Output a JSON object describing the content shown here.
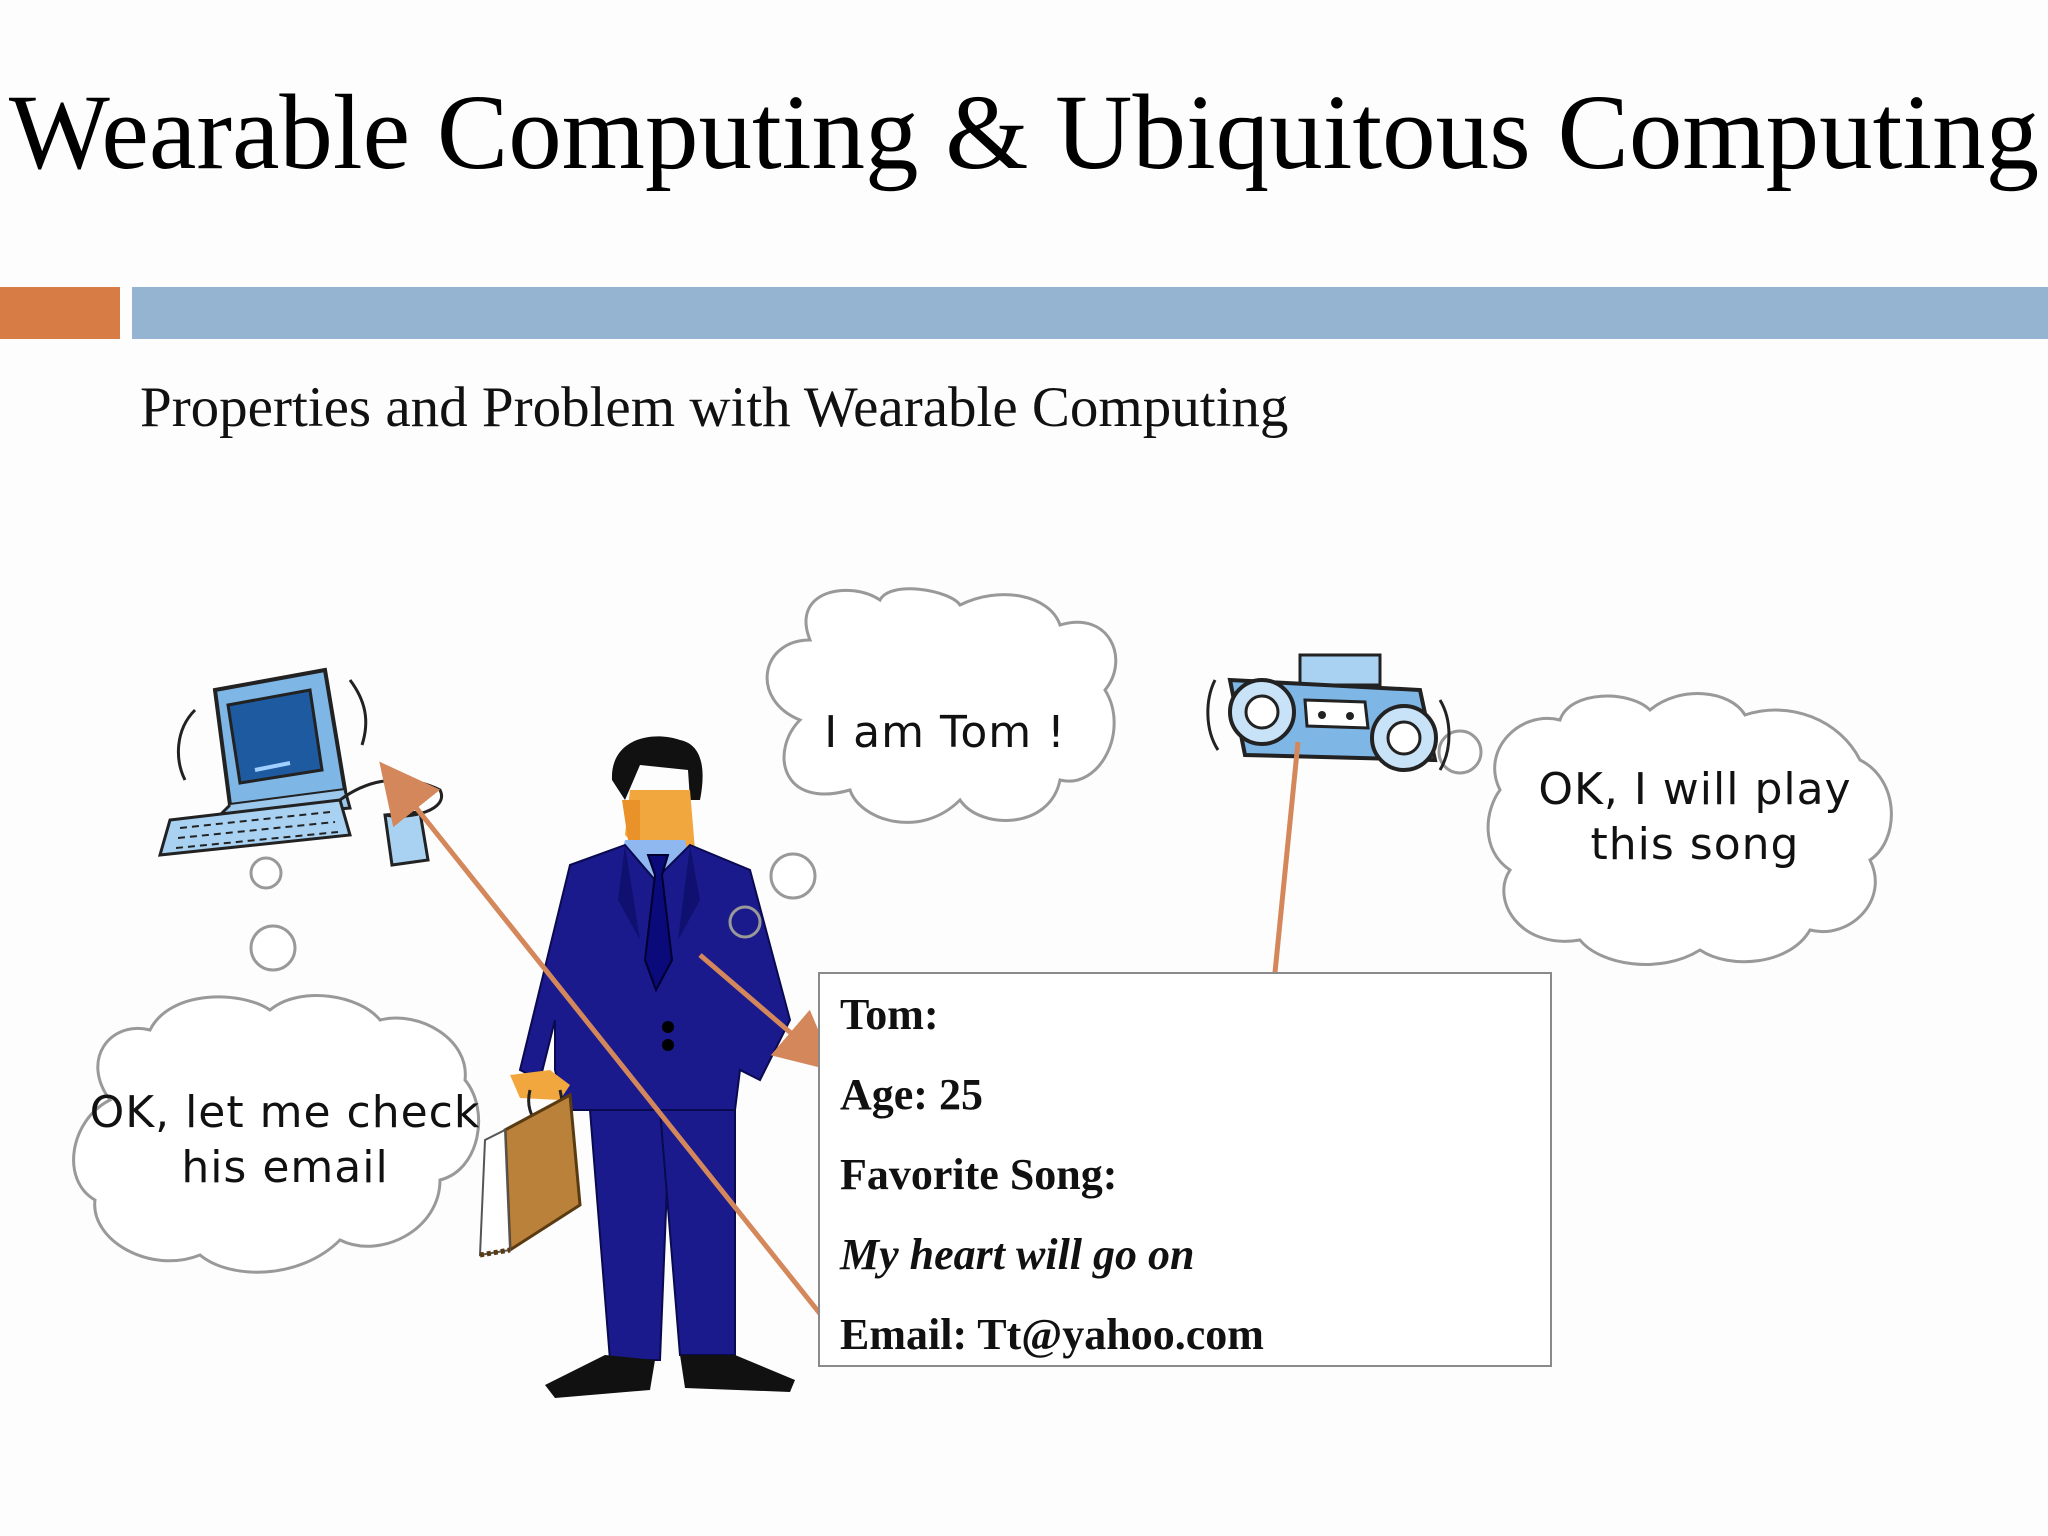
{
  "slide": {
    "title": "Wearable Computing & Ubiquitous Computing",
    "subtitle": "Properties and Problem with Wearable Computing"
  },
  "bubbles": {
    "tom": "I am Tom !",
    "radio": "OK, I will play\nthis song",
    "computer": "OK, let me check\nhis email"
  },
  "profile": {
    "name": "Tom:",
    "age": "Age: 25",
    "song_label": "Favorite  Song:",
    "song": "My heart will go on",
    "email": "Email: Tt@yahoo.com"
  },
  "colors": {
    "accent_orange": "#d87c45",
    "accent_blue": "#94b4d2",
    "suit": "#1a1a8c",
    "arrow": "#d4875a"
  },
  "icons": [
    "computer-icon",
    "radio-icon",
    "person-icon",
    "briefcase-icon"
  ]
}
